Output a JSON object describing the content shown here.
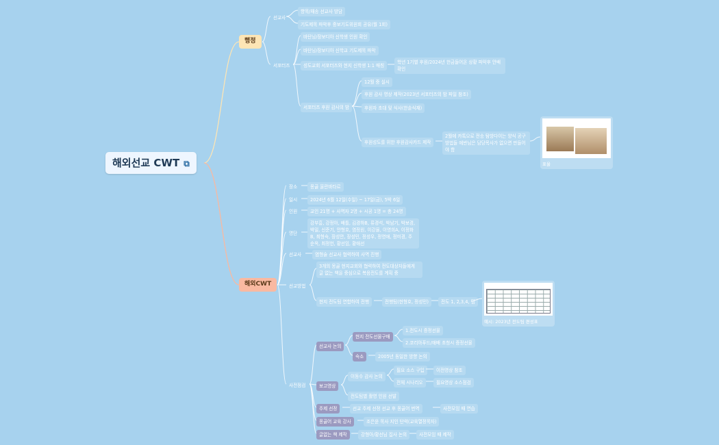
{
  "mindmap": {
    "root": {
      "label": "해외선교 CWT",
      "icon": "link-icon"
    },
    "categories": [
      {
        "id": "admin",
        "label": "행정",
        "color": "#fde5b5"
      },
      {
        "id": "cwt",
        "label": "해외CWT",
        "color": "#f9b9a1"
      }
    ],
    "nodes": {
      "n_missionary": "선교사",
      "n_m1": "향목/채송 선교사 방담",
      "n_m2": "기도제목 파악후 중보기도위원회 공유(월 1회)",
      "n_supporters": "서포터즈",
      "n_s1": "바탄닝/장보디아 신학생 인원 확인",
      "n_s2": "바탄닝/장보디아 신학교 기도제목 파악",
      "n_s3": "성도교회 서포터즈와 현지 신학생 1:1 매칭",
      "n_s3a": "학년 1기별 후원/2024년 헌금들어온 상황 파악후 안배 확인",
      "n_s4": "서포터즈 후원 감사의 밤",
      "n_s4a": "12월 중 실시",
      "n_s4b": "후원 감사 영상 제작(2023년 서포터즈의 밤 파일 참조)",
      "n_s4c": "후원자 초대 및 식사(한솥식재)",
      "n_s4d": "후원성도를 위한 후원감사카드 제작",
      "n_s4d1": "2월에 카톡으로 전송 탐방다이는 양식 공구 방법들 에반님은 담당목사가 없으면 만들어야 함",
      "img1_caption": "표울",
      "n_place": "장소",
      "n_place_v": "몽골 울란바타르",
      "n_date": "일시",
      "n_date_v": "2024년 6월 12일(수일) ~ 17일(금), 5박 6일",
      "n_people": "인원",
      "n_people_v": "교인 21명 + 사역자 2명 + 시공 1명 = 총 24명",
      "n_team": "명단",
      "n_team_v": "강부흥, 강정아, 배틀, 김경하B, 류경석, 박남기, 박보경, 박밀, 신준기, 안형호, 염정원, 이강율, 이영희A, 이정화B, 최형숙, 장성안, 장성민, 정성우, 정영애, 정미경, 주순옥, 최정헌, 황선임, 황애선",
      "n_missionary2": "선교사",
      "n_missionary2_v": "염형술 선교사 협력하여 사역 진행",
      "n_method": "선교방법",
      "n_method1": "3개의 몽골 현지교회와 협력하여 전도대상자들에게 글 없는 책을 중심으로 복음전도를 계획 중",
      "n_method2": "현지 전도팀 연합하여 전행",
      "n_method2a": "전행팀(현형호, 정성민)",
      "n_method2b": "전도 1, 2,3,4, 팀",
      "img2_caption": "예시: 2023년 전도팀 편성표",
      "n_prep": "사전점검",
      "n_p1": "선교사 논의",
      "n_p1a": "현지 전도선물구매",
      "n_p1a1": "1.전도시 증정선물",
      "n_p1a2": "2.코리아푸드/애배 초청시 증정선물",
      "n_p1b": "숙소",
      "n_p1b1": "2005년 동일한 방향 논의",
      "n_p2": "보고영상",
      "n_p2a": "이동수 감사 논의",
      "n_p2a1": "필요 소스 구입",
      "n_p2a1a": "이전영상 참조",
      "n_p2a2": "전체 시나리오",
      "n_p2a2a": "필요영상 소스점검",
      "n_p2b": "전도팀별 촬영 인원 선발",
      "n_p3": "주제 선정",
      "n_p3a": "선교 주제 선정 선교 후 몽골어 번역",
      "n_p3b": "사전모임 때 연습",
      "n_p4": "몽골어 교육 강사",
      "n_p4a": "조은윤 목사 지인 탄력(교육열정목자)",
      "n_p5": "글없는 책 제작",
      "n_p5a": "강형아/황선님 집사 논의",
      "n_p5b": "사전모임 때 제작"
    }
  }
}
